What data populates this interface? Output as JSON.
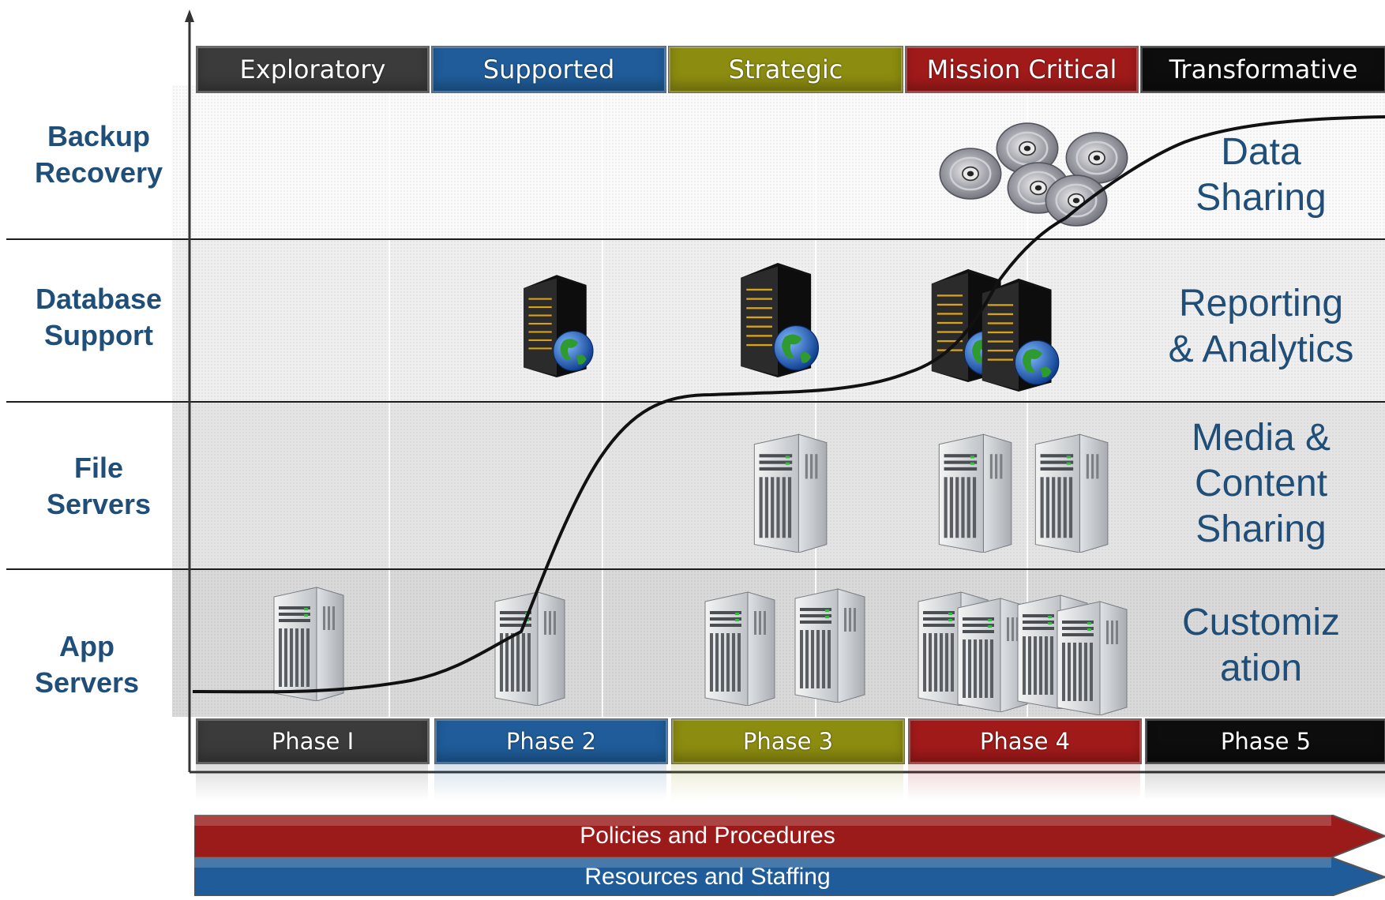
{
  "maturity_levels": [
    "Exploratory",
    "Supported",
    "Strategic",
    "Mission Critical",
    "Transformative"
  ],
  "maturity_colors": [
    "#3b3b3b",
    "#1f5c99",
    "#8c8c10",
    "#a11a1a",
    "#0d0d0d"
  ],
  "phases": [
    "Phase I",
    "Phase 2",
    "Phase 3",
    "Phase 4",
    "Phase 5"
  ],
  "rows": [
    {
      "label_line1": "Backup",
      "label_line2": "Recovery",
      "capability_line1": "Data",
      "capability_line2": "Sharing",
      "capability_line3": ""
    },
    {
      "label_line1": "Database",
      "label_line2": "Support",
      "capability_line1": "Reporting",
      "capability_line2": "& Analytics",
      "capability_line3": ""
    },
    {
      "label_line1": "File",
      "label_line2": "Servers",
      "capability_line1": "Media &",
      "capability_line2": "Content",
      "capability_line3": "Sharing"
    },
    {
      "label_line1": "App",
      "label_line2": "Servers",
      "capability_line1": "Customiz",
      "capability_line2": "ation",
      "capability_line3": ""
    }
  ],
  "bottom_arrows": [
    {
      "label": "Policies and Procedures",
      "color": "#9b1b1b"
    },
    {
      "label": "Resources and Staffing",
      "color": "#1f5c99"
    }
  ],
  "icons": [
    "cd-disc-icon",
    "database-server-globe-icon",
    "tower-server-icon"
  ],
  "text_color": "#1f4e79"
}
